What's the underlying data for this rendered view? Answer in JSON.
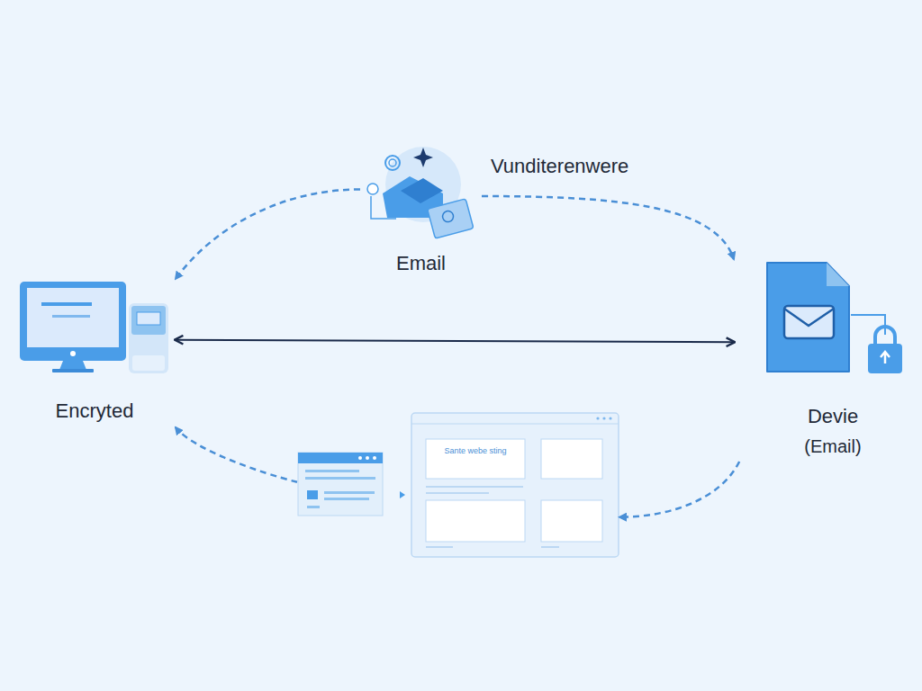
{
  "diagram": {
    "nodes": [
      {
        "text": [
          "Email"
        ]
      },
      {
        "text": [
          "Encryted"
        ]
      },
      {
        "text": [
          "Devie",
          "(Email)"
        ]
      },
      {
        "text": [
          "Sante webe sting"
        ]
      }
    ],
    "edges": [
      {
        "from": 0,
        "to": 1,
        "arrow": "to"
      },
      {
        "from": 0,
        "to": 2,
        "arrow": "to"
      },
      {
        "from": 1,
        "to": 2,
        "arrow": "both"
      },
      {
        "from": 2,
        "to": 3,
        "arrow": "to"
      },
      {
        "from": 3,
        "to": 1,
        "arrow": "to"
      }
    ],
    "labels": [
      "Vunditerenwere"
    ]
  }
}
